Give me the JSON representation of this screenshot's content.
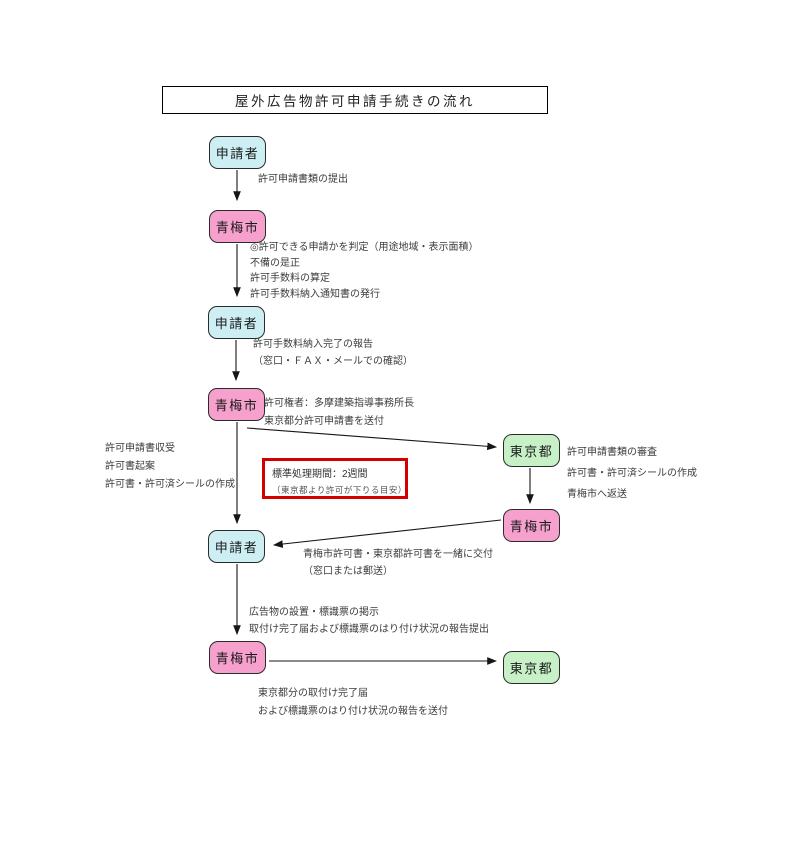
{
  "title": "屋外広告物許可申請手続きの流れ",
  "colors": {
    "applicant_fill": "#cdeff3",
    "city_fill": "#f6a0cd",
    "tokyo_fill": "#c7f0c6",
    "highlight_border": "#d40000"
  },
  "nodes": [
    {
      "id": "applicant-1",
      "label": "申請者"
    },
    {
      "id": "ome-1",
      "label": "青梅市"
    },
    {
      "id": "applicant-2",
      "label": "申請者"
    },
    {
      "id": "ome-2",
      "label": "青梅市"
    },
    {
      "id": "tokyo-1",
      "label": "東京都"
    },
    {
      "id": "ome-3",
      "label": "青梅市"
    },
    {
      "id": "applicant-3",
      "label": "申請者"
    },
    {
      "id": "ome-4",
      "label": "青梅市"
    },
    {
      "id": "tokyo-2",
      "label": "東京都"
    }
  ],
  "annotations": {
    "submit": {
      "lines": [
        "許可申請書類の提出"
      ]
    },
    "ome_check": {
      "lines": [
        "◎許可できる申請かを判定（用途地域・表示面積）",
        "不備の是正",
        "許可手数料の算定",
        "許可手数料納入通知書の発行"
      ]
    },
    "fee_report": {
      "lines": [
        "許可手数料納入完了の報告",
        "（窓口・ＦＡＸ・メールでの確認）"
      ]
    },
    "authority": {
      "lines": [
        "許可権者：多摩建築指導事務所長",
        "東京都分許可申請書を送付"
      ]
    },
    "ome_internal": {
      "lines": [
        "許可申請書収受",
        "許可書起案",
        "許可書・許可済シールの作成"
      ]
    },
    "tokyo_process": {
      "lines": [
        "許可申請書類の審査",
        "許可書・許可済シールの作成",
        "青梅市へ返送"
      ]
    },
    "deliver": {
      "lines": [
        "青梅市許可書・東京都許可書を一緒に交付",
        "（窓口または郵送）"
      ]
    },
    "install": {
      "lines": [
        "広告物の設置・標識票の掲示",
        "取付け完了届および標識票のはり付け状況の報告提出"
      ]
    },
    "send_tokyo": {
      "lines": [
        "東京都分の取付け完了届",
        "および標識票のはり付け状況の報告を送付"
      ]
    }
  },
  "highlight": {
    "title": "標準処理期間：2週間",
    "subtitle": "（東京都より許可が下りる目安）"
  }
}
